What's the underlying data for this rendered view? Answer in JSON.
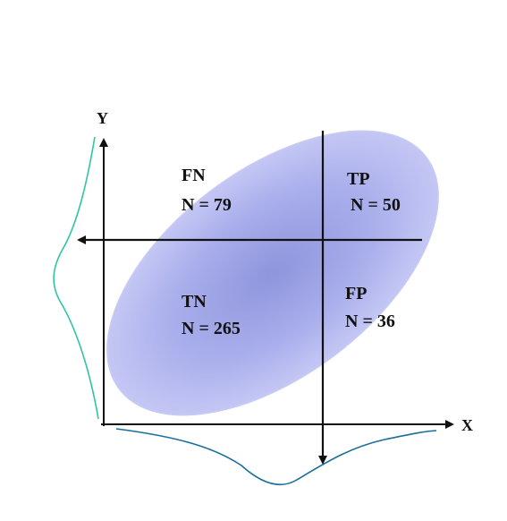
{
  "axes": {
    "x_label": "X",
    "y_label": "Y"
  },
  "quadrants": {
    "fn": {
      "name": "FN",
      "count": "N = 79"
    },
    "tp": {
      "name": "TP",
      "count": "N = 50"
    },
    "tn": {
      "name": "TN",
      "count": "N = 265"
    },
    "fp": {
      "name": "FP",
      "count": "N = 36"
    }
  },
  "colors": {
    "ellipse": "#aab0ee",
    "ellipse_center": "#8f95dc",
    "y_curve": "#2ec4a6",
    "x_curve": "#1a6e9a",
    "lines": "#111111"
  }
}
